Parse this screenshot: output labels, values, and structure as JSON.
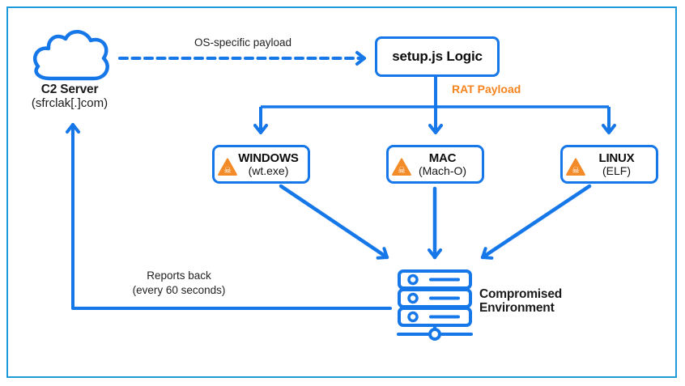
{
  "colors": {
    "primary_blue": "#1677E8",
    "frame_blue": "#1E9CD9",
    "payload_orange": "#F5831E",
    "warning_orange": "#F28B28",
    "text_dark": "#1a1a1a"
  },
  "icons": {
    "malware_warning_glyph": "☠"
  },
  "nodes": {
    "c2_server": {
      "title": "C2 Server",
      "subtitle": "(sfrclak[.]com)",
      "icon": "cloud-icon"
    },
    "setup_logic": {
      "label": "setup.js Logic"
    },
    "windows": {
      "title": "WINDOWS",
      "subtitle": "(wt.exe)",
      "icon": "malware-warning-icon"
    },
    "mac": {
      "title": "MAC",
      "subtitle": "(Mach-O)",
      "icon": "malware-warning-icon"
    },
    "linux": {
      "title": "LINUX",
      "subtitle": "(ELF)",
      "icon": "malware-warning-icon"
    },
    "compromised_environment": {
      "title_line1": "Compromised",
      "title_line2": "Environment",
      "icon": "server-stack-icon"
    }
  },
  "edges": {
    "os_specific_payload": {
      "label": "OS-specific payload",
      "style": "dashed",
      "from": "c2_server",
      "to": "setup_logic"
    },
    "rat_payload": {
      "label": "RAT Payload",
      "from": "setup_logic",
      "to": "windows|mac|linux"
    },
    "reports_back": {
      "label_line1": "Reports back",
      "label_line2": "(every 60 seconds)",
      "from": "compromised_environment",
      "to": "c2_server"
    }
  }
}
